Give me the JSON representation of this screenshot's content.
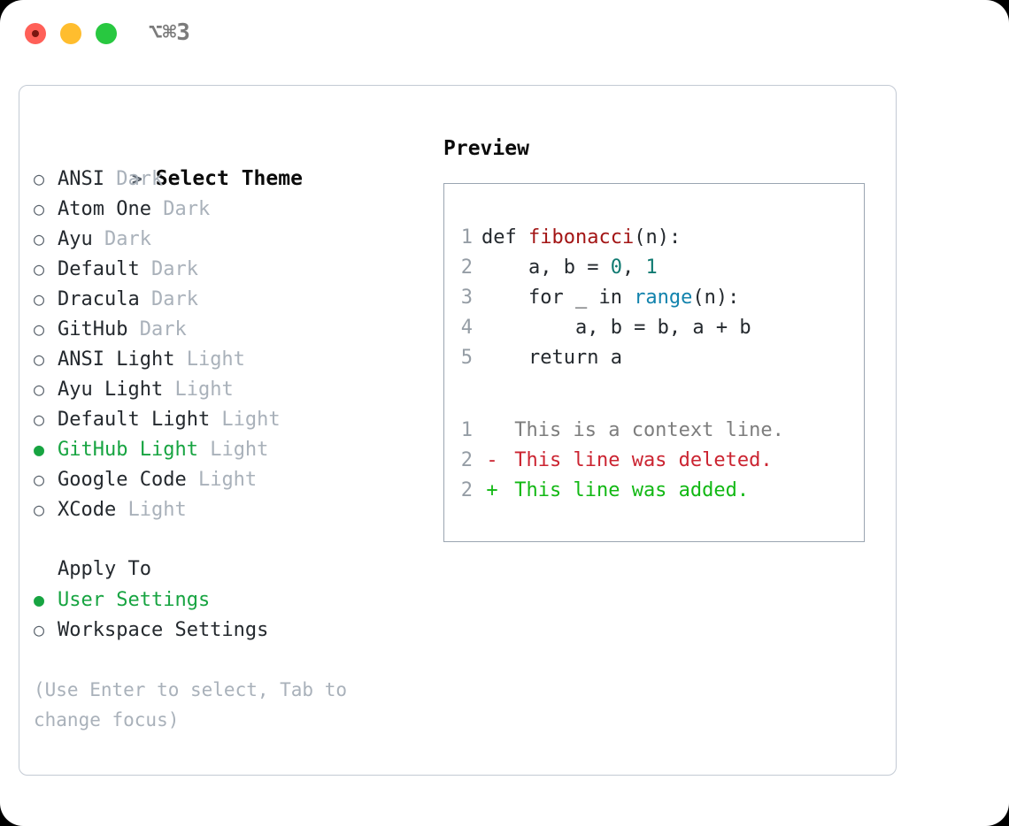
{
  "window": {
    "titlebar": {
      "shortcut": "⌥⌘3",
      "traffic_lights": [
        {
          "name": "close",
          "color": "#ff6058"
        },
        {
          "name": "minimize",
          "color": "#ffbd2e"
        },
        {
          "name": "maximize",
          "color": "#28c840"
        }
      ]
    },
    "border_color": "#c3cad4"
  },
  "theme_picker": {
    "header_prefix": "> ",
    "header": "Select Theme",
    "bullet_unselected": "○",
    "bullet_selected": "●",
    "selected_color": "#17a441",
    "variant_color": "#a9b1ba",
    "items": [
      {
        "name": "ANSI",
        "variant": "Dark",
        "selected": false
      },
      {
        "name": "Atom One",
        "variant": "Dark",
        "selected": false
      },
      {
        "name": "Ayu",
        "variant": "Dark",
        "selected": false
      },
      {
        "name": "Default",
        "variant": "Dark",
        "selected": false
      },
      {
        "name": "Dracula",
        "variant": "Dark",
        "selected": false
      },
      {
        "name": "GitHub",
        "variant": "Dark",
        "selected": false
      },
      {
        "name": "ANSI Light",
        "variant": "Light",
        "selected": false
      },
      {
        "name": "Ayu Light",
        "variant": "Light",
        "selected": false
      },
      {
        "name": "Default Light",
        "variant": "Light",
        "selected": false
      },
      {
        "name": "GitHub Light",
        "variant": "Light",
        "selected": true
      },
      {
        "name": "Google Code",
        "variant": "Light",
        "selected": false
      },
      {
        "name": "XCode",
        "variant": "Light",
        "selected": false
      }
    ]
  },
  "apply_to": {
    "title": "Apply To",
    "options": [
      {
        "label": "User Settings",
        "selected": true
      },
      {
        "label": "Workspace Settings",
        "selected": false
      }
    ]
  },
  "hint": "(Use Enter to select, Tab to change focus)",
  "preview": {
    "title": "Preview",
    "border_color": "#9aa5b1",
    "gutter_color": "#959da5",
    "code_lines": [
      {
        "number": "1",
        "tokens": [
          {
            "text": "def ",
            "style": "plain"
          },
          {
            "text": "fibonacci",
            "style": "fn"
          },
          {
            "text": "(n):",
            "style": "plain"
          }
        ]
      },
      {
        "number": "2",
        "tokens": [
          {
            "text": "    a, b = ",
            "style": "plain"
          },
          {
            "text": "0",
            "style": "num"
          },
          {
            "text": ", ",
            "style": "plain"
          },
          {
            "text": "1",
            "style": "num"
          }
        ]
      },
      {
        "number": "3",
        "tokens": [
          {
            "text": "    for _ in ",
            "style": "plain"
          },
          {
            "text": "range",
            "style": "call"
          },
          {
            "text": "(n):",
            "style": "plain"
          }
        ]
      },
      {
        "number": "4",
        "tokens": [
          {
            "text": "        a, b = b, a + b",
            "style": "plain"
          }
        ]
      },
      {
        "number": "5",
        "tokens": [
          {
            "text": "    return a",
            "style": "plain"
          }
        ]
      }
    ],
    "diff_lines": [
      {
        "number": "1",
        "marker": " ",
        "text": "This is a context line.",
        "kind": "context"
      },
      {
        "number": "2",
        "marker": "-",
        "text": "This line was deleted.",
        "kind": "deleted"
      },
      {
        "number": "2",
        "marker": "+",
        "text": "This line was added.",
        "kind": "added"
      }
    ],
    "syntax_colors": {
      "function": "#a31515",
      "number": "#0f7a71",
      "call": "#1283ad",
      "plain": "#24292e",
      "diff_context": "#7d7d7d",
      "diff_deleted": "#cb2431",
      "diff_added": "#12b814"
    }
  }
}
